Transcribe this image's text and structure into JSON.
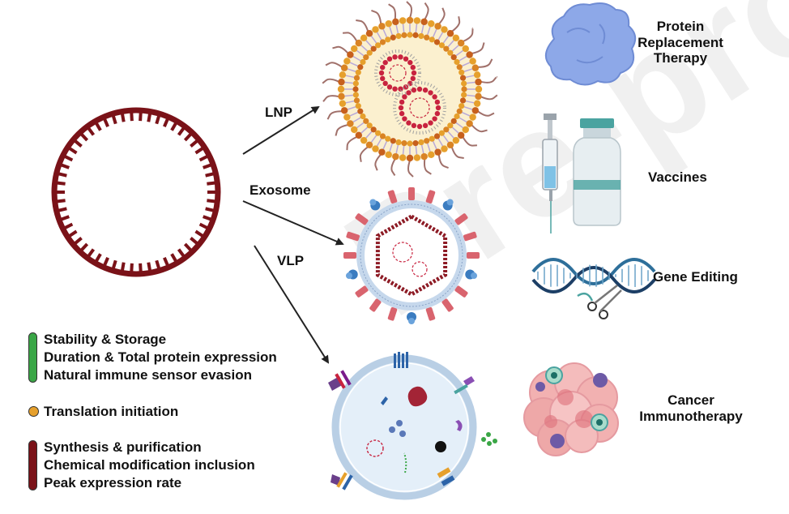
{
  "routes": {
    "lnp": "LNP",
    "exosome": "Exosome",
    "vlp": "VLP"
  },
  "applications": {
    "protein_replacement": [
      "Protein",
      "Replacement",
      "Therapy"
    ],
    "vaccines": "Vaccines",
    "gene_editing": "Gene Editing",
    "cancer_immunotherapy": [
      "Cancer",
      "Immunotherapy"
    ]
  },
  "legend": {
    "green": {
      "color": "#3aa646",
      "lines": [
        "Stability & Storage",
        "Duration & Total protein expression",
        "Natural immune sensor evasion"
      ]
    },
    "orange": {
      "color": "#e6a02c",
      "lines": [
        "Translation initiation"
      ]
    },
    "maroon": {
      "color": "#7a1218",
      "lines": [
        "Synthesis & purification",
        "Chemical modification inclusion",
        "Peak expression rate"
      ]
    }
  },
  "watermark": "Pre-proofs",
  "colors": {
    "mrna": "#7a1218",
    "lipid_head": "#e6a02c",
    "lipid_tail": "#f8eccb",
    "peg": "#a0706a",
    "rna_bead": "#c8233f",
    "membrane": "#c6d8ec",
    "protein_blue": "#7f9fe0",
    "vial_cap": "#4aa3a0"
  }
}
